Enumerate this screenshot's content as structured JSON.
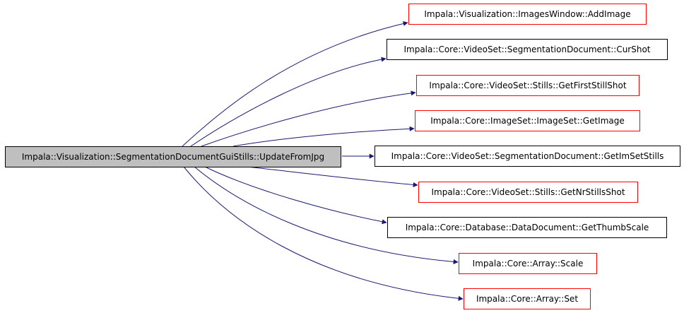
{
  "colors": {
    "edge": "#191970",
    "source_fill": "#bfbfbf",
    "border_black": "#000000",
    "border_red": "#ff0000"
  },
  "source": {
    "label": "Impala::Visualization::SegmentationDocumentGuiStills::UpdateFromJpg"
  },
  "targets": [
    {
      "label": "Impala::Visualization::ImagesWindow::AddImage",
      "border": "red"
    },
    {
      "label": "Impala::Core::VideoSet::SegmentationDocument::CurShot",
      "border": "black"
    },
    {
      "label": "Impala::Core::VideoSet::Stills::GetFirstStillShot",
      "border": "red"
    },
    {
      "label": "Impala::Core::ImageSet::ImageSet::GetImage",
      "border": "red"
    },
    {
      "label": "Impala::Core::VideoSet::SegmentationDocument::GetImSetStills",
      "border": "black"
    },
    {
      "label": "Impala::Core::VideoSet::Stills::GetNrStillsShot",
      "border": "red"
    },
    {
      "label": "Impala::Core::Database::DataDocument::GetThumbScale",
      "border": "black"
    },
    {
      "label": "Impala::Core::Array::Scale",
      "border": "red"
    },
    {
      "label": "Impala::Core::Array::Set",
      "border": "red"
    }
  ]
}
